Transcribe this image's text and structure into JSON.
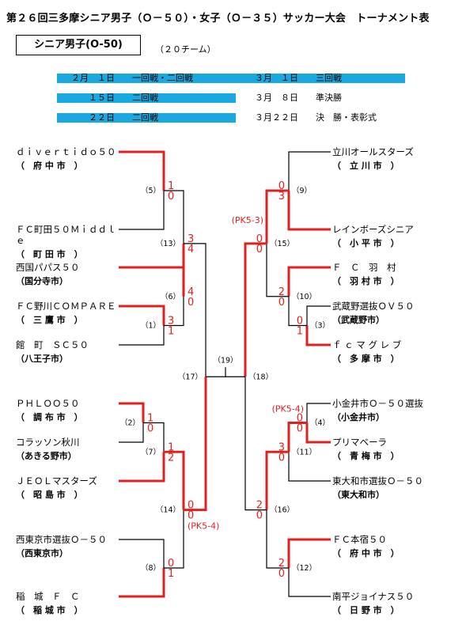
{
  "title": "第２６回三多摩シニア男子（Ｏ－５０）・女子（Ｏ－３５）サッカー大会　トーナメント表",
  "category": "シニア男子(O-50)",
  "team_count": "（２０チーム）",
  "schedule": [
    {
      "left": "２月　１日　　一回戦・二回戦",
      "right": "３月　１日　　三回戦"
    },
    {
      "left": "１５日　　二回戦",
      "right": "３月　８日　　準決勝"
    },
    {
      "left": "２２日　　二回戦",
      "right": "３月２２日　　決　勝・表彰式"
    }
  ],
  "left_teams": [
    {
      "name": "ｄｉｖｅｒｔｉｄｏ５０",
      "locale": "（　府 中 市　）"
    },
    {
      "name": "ＦＣ町田５０Ｍｉｄｄｌｅ",
      "locale": "（　町 田 市　）"
    },
    {
      "name": "西国パパス５０",
      "locale": "（国分寺市）"
    },
    {
      "name": "ＦＣ野川ＣＯＭＰＡＲＥ",
      "locale": "（　三 鷹 市　）"
    },
    {
      "name": "館　町　ＳＣ５０",
      "locale": "（八王子市）"
    },
    {
      "name": "ＰＨＬＯＯ５０",
      "locale": "（　調 布 市　）"
    },
    {
      "name": "コラッソン秋川",
      "locale": "（あきる野市）"
    },
    {
      "name": "ＪＥＯＬマスターズ",
      "locale": "（　昭 島 市　）"
    },
    {
      "name": "西東京市選抜Ｏ－５０",
      "locale": "（西東京市）"
    },
    {
      "name": "稲　城　Ｆ　Ｃ",
      "locale": "（　稲 城 市　）"
    }
  ],
  "right_teams": [
    {
      "name": "立川オールスターズ",
      "locale": "（　立 川 市　）"
    },
    {
      "name": "レインボーズシニア",
      "locale": "（　小 平 市　）"
    },
    {
      "name": "Ｆ　Ｃ　羽　村",
      "locale": "（　羽 村 市　）"
    },
    {
      "name": "武蔵野選抜ＯＶ５０",
      "locale": "（武蔵野市）"
    },
    {
      "name": "ｆ ｃ マ グ レ ブ",
      "locale": "（　多 摩 市　）"
    },
    {
      "name": "小金井市Ｏ－５０選抜",
      "locale": "（小金井市）"
    },
    {
      "name": "プリマベーラ",
      "locale": "（　青 梅 市　）"
    },
    {
      "name": "東大和市選抜Ｏ－５０",
      "locale": "（東大和市）"
    },
    {
      "name": "ＦＣ本宿５０",
      "locale": "（　府 中 市　）"
    },
    {
      "name": "南平ジョイナス５０",
      "locale": "（　日 野 市　）"
    }
  ],
  "matches": [
    {
      "id": "m1",
      "label": "（1）",
      "scores": [
        "3",
        "1"
      ]
    },
    {
      "id": "m2",
      "label": "（2）",
      "scores": [
        "1",
        "0"
      ]
    },
    {
      "id": "m3",
      "label": "（3）",
      "scores": [
        "0",
        "1"
      ]
    },
    {
      "id": "m4",
      "label": "（4）",
      "scores": [
        "0",
        "0"
      ],
      "pk": "(PK5-4)"
    },
    {
      "id": "m5",
      "label": "（5）",
      "scores": [
        "1",
        "0"
      ]
    },
    {
      "id": "m6",
      "label": "（6）",
      "scores": [
        "4",
        "0"
      ]
    },
    {
      "id": "m7",
      "label": "（7）",
      "scores": [
        "1",
        "2"
      ]
    },
    {
      "id": "m8",
      "label": "（8）",
      "scores": [
        "0",
        "1"
      ]
    },
    {
      "id": "m9",
      "label": "（9）",
      "scores": [
        "0",
        "3"
      ]
    },
    {
      "id": "m10",
      "label": "（10）",
      "scores": [
        "2",
        "0"
      ]
    },
    {
      "id": "m11",
      "label": "（11）",
      "scores": [
        "3",
        "0"
      ]
    },
    {
      "id": "m12",
      "label": "（12）",
      "scores": [
        "2",
        "0"
      ]
    },
    {
      "id": "m13",
      "label": "（13）",
      "scores": [
        "3",
        "4"
      ]
    },
    {
      "id": "m14",
      "label": "（14）",
      "scores": [
        "0",
        "0"
      ],
      "pk": "(PK5-4)"
    },
    {
      "id": "m15",
      "label": "（15）",
      "scores": [
        "0",
        "0"
      ],
      "pk": "(PK5-3)"
    },
    {
      "id": "m16",
      "label": "（16）",
      "scores": [
        "2",
        "0"
      ]
    },
    {
      "id": "m17",
      "label": "（17）"
    },
    {
      "id": "m18",
      "label": "（18）"
    },
    {
      "id": "m19",
      "label": "（19）"
    }
  ],
  "colors": {
    "winner_line": "#e0201e",
    "score": "#e0201e",
    "schedule_bar": "#19a9e0"
  }
}
